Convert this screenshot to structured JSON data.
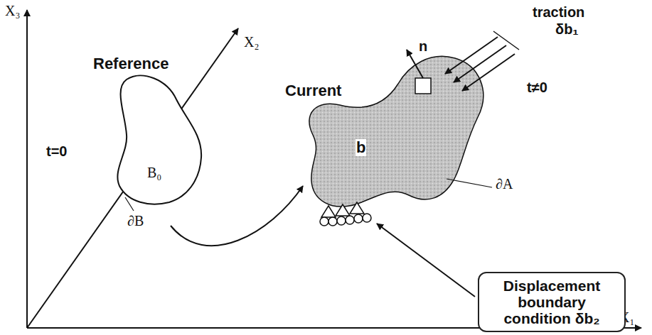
{
  "diagram": {
    "nodes": [
      {
        "text": [
          "Displacement boundary condition δb₂"
        ]
      }
    ],
    "labels": [
      "X₃",
      "X₂",
      "X₁",
      "Reference",
      "Current",
      "t=0",
      "B₀",
      "∂B",
      "traction",
      "δb₁",
      "n",
      "t≠0",
      "b",
      "∂A"
    ]
  }
}
